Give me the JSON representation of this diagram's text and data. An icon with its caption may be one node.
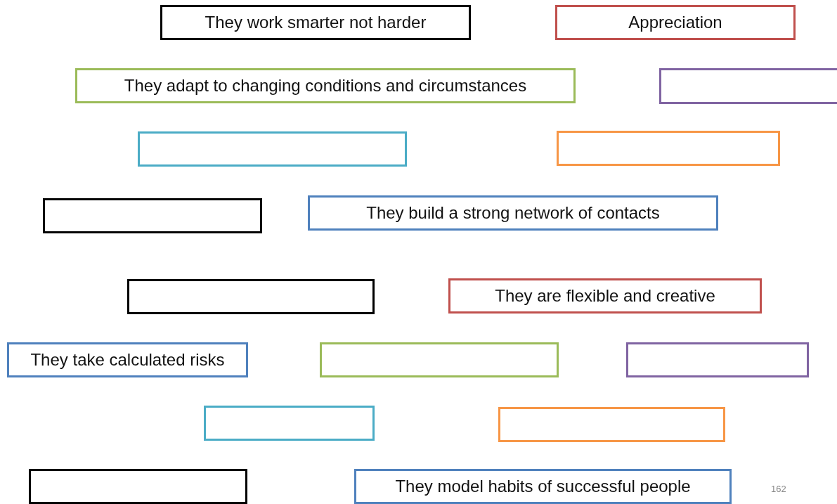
{
  "diagram": {
    "nodes": [
      {
        "text": [
          "They work smarter not harder"
        ]
      },
      {
        "text": [
          "Appreciation"
        ]
      },
      {
        "text": [
          "They adapt to changing conditions and circumstances"
        ]
      },
      {
        "text": [],
        "shape": "box"
      },
      {
        "text": [],
        "shape": "box"
      },
      {
        "text": [],
        "shape": "box"
      },
      {
        "text": [],
        "shape": "box"
      },
      {
        "text": [
          "They build a strong network of contacts"
        ]
      },
      {
        "text": [],
        "shape": "box"
      },
      {
        "text": [
          "They are flexible and creative"
        ]
      },
      {
        "text": [
          "They take calculated risks"
        ]
      },
      {
        "text": [],
        "shape": "box"
      },
      {
        "text": [],
        "shape": "box"
      },
      {
        "text": [],
        "shape": "box"
      },
      {
        "text": [],
        "shape": "box"
      },
      {
        "text": [],
        "shape": "box"
      },
      {
        "text": [
          "They model habits of successful people"
        ]
      }
    ],
    "labels": [
      "162"
    ]
  }
}
